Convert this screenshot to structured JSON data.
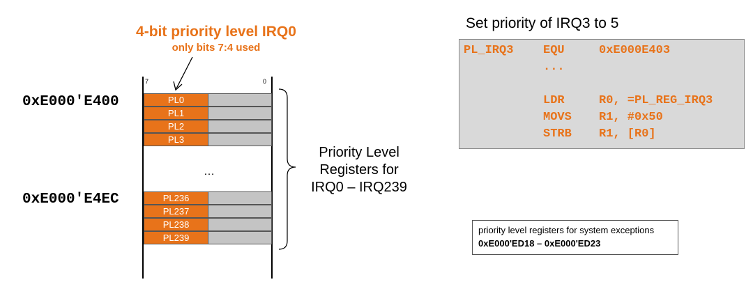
{
  "diagram": {
    "heading": "4-bit priority level IRQ0",
    "subheading": "only bits 7:4 used",
    "bit_high": "7",
    "bit_low": "0",
    "addr_top": "0xE000'E400",
    "addr_bottom": "0xE000'E4EC",
    "registers_top": [
      "PL0",
      "PL1",
      "PL2",
      "PL3"
    ],
    "registers_bottom": [
      "PL236",
      "PL237",
      "PL238",
      "PL239"
    ],
    "ellipsis": "…",
    "brace_label_lines": [
      "Priority Level",
      "Registers for",
      "IRQ0 – IRQ239"
    ]
  },
  "code_example": {
    "title": "Set priority of IRQ3 to 5",
    "lines": [
      {
        "label": "PL_IRQ3",
        "op": "EQU",
        "args": "0xE000E403"
      },
      {
        "label": "",
        "op": "...",
        "args": ""
      },
      {
        "label": "",
        "op": "",
        "args": ""
      },
      {
        "label": "",
        "op": "LDR",
        "args": "R0, =PL_REG_IRQ3"
      },
      {
        "label": "",
        "op": "MOVS",
        "args": "R1, #0x50"
      },
      {
        "label": "",
        "op": "STRB",
        "args": "R1, [R0]"
      }
    ]
  },
  "note": {
    "line1": "priority level registers for system exceptions",
    "line2": "0xE000'ED18 – 0xE000'ED23"
  },
  "colors": {
    "accent": "#e8731a",
    "register_low_bits": "#c4c4c4",
    "code_background": "#d9d9d9"
  }
}
